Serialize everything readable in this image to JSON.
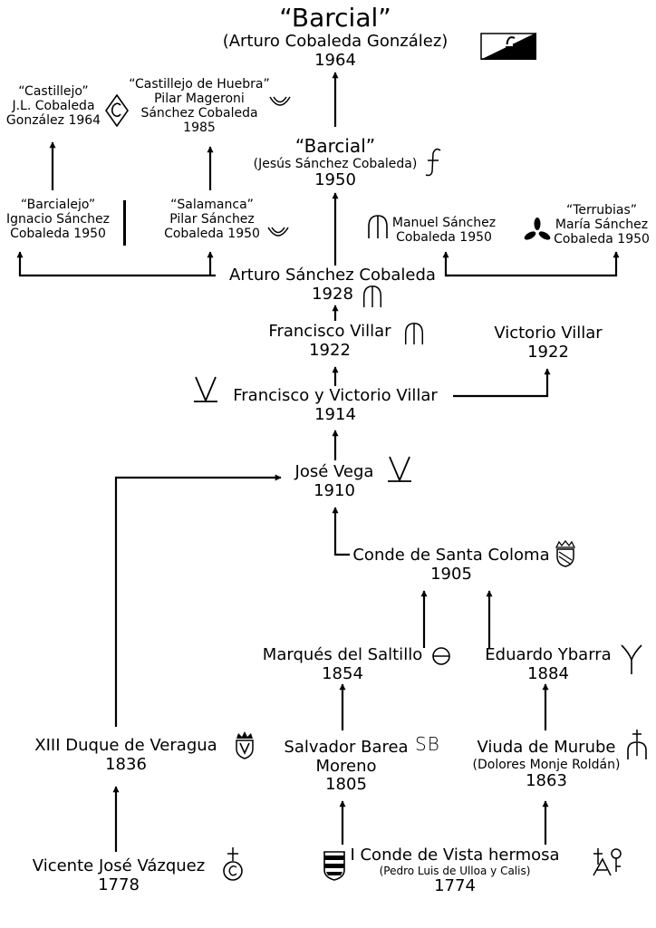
{
  "nodes": {
    "barcial_1964": {
      "name": "“Barcial”",
      "sub": "(Arturo Cobaleda González)",
      "year": "1964"
    },
    "castillejo": {
      "l1": "“Castillejo”",
      "l2": "J.L. Cobaleda",
      "l3": "González 1964"
    },
    "castillejo_huebra": {
      "l1": "“Castillejo de Huebra”",
      "l2": "Pilar Mageroni",
      "l3": "Sánchez Cobaleda",
      "l4": "1985"
    },
    "barcial_1950": {
      "name": "“Barcial”",
      "sub": "(Jesús Sánchez Cobaleda)",
      "year": "1950"
    },
    "barcialejo": {
      "l1": "“Barcialejo”",
      "l2": "Ignacio Sánchez",
      "l3": "Cobaleda 1950"
    },
    "salamanca": {
      "l1": "“Salamanca”",
      "l2": "Pilar Sánchez",
      "l3": "Cobaleda 1950"
    },
    "manuel": {
      "l1": "Manuel Sánchez",
      "l2": "Cobaleda 1950"
    },
    "terrubias": {
      "l1": "“Terrubias”",
      "l2": "María Sánchez",
      "l3": "Cobaleda 1950"
    },
    "arturo": {
      "name": "Arturo Sánchez Cobaleda",
      "year": "1928"
    },
    "francisco": {
      "name": "Francisco Villar",
      "year": "1922"
    },
    "victorio": {
      "name": "Victorio Villar",
      "year": "1922"
    },
    "fyv": {
      "name": "Francisco y Victorio Villar",
      "year": "1914"
    },
    "jose_vega": {
      "name": "José Vega",
      "year": "1910"
    },
    "santa_coloma": {
      "name": "Conde de Santa Coloma",
      "year": "1905"
    },
    "saltillo": {
      "name": "Marqués del Saltillo",
      "year": "1854"
    },
    "ybarra": {
      "name": "Eduardo Ybarra",
      "year": "1884"
    },
    "veragua": {
      "name": "XIII Duque de Veragua",
      "year": "1836"
    },
    "barea": {
      "l1": "Salvador Barea",
      "l2": "Moreno",
      "year": "1805"
    },
    "barea_mark": "SB",
    "murube": {
      "name": "Viuda de Murube",
      "sub": "(Dolores Monje Roldán)",
      "year": "1863"
    },
    "vazquez": {
      "name": "Vicente José Vázquez",
      "year": "1778"
    },
    "vista_hermosa": {
      "name": "I Conde de Vista hermosa",
      "sub": "(Pedro Luis de Ulloa y Calis)",
      "year": "1774"
    }
  },
  "icons": {
    "barcial_1964": "flag-f-brand-icon",
    "castillejo": "diamond-c-brand-icon",
    "castillejo_huebra": "double-arc-brand-icon",
    "barcial_1950": "f-hook-brand-icon",
    "barcialejo": "vertical-bar-brand-icon",
    "salamanca": "double-arc-brand-icon",
    "manuel": "arch-brand-icon",
    "terrubias": "trefoil-brand-icon",
    "arturo": "arch-brand-icon",
    "francisco": "arch-brand-icon",
    "fyv": "v-brand-icon",
    "jose_vega": "v-brand-icon",
    "santa_coloma": "crown-shield-brand-icon",
    "saltillo": "circle-bar-brand-icon",
    "ybarra": "y-brand-icon",
    "veragua": "crown-v-shield-brand-icon",
    "murube": "cross-arch-brand-icon",
    "vazquez": "cross-circle-brand-icon",
    "barea": "striped-shield-brand-icon",
    "vista_hermosa": "cross-key-brand-icon"
  }
}
